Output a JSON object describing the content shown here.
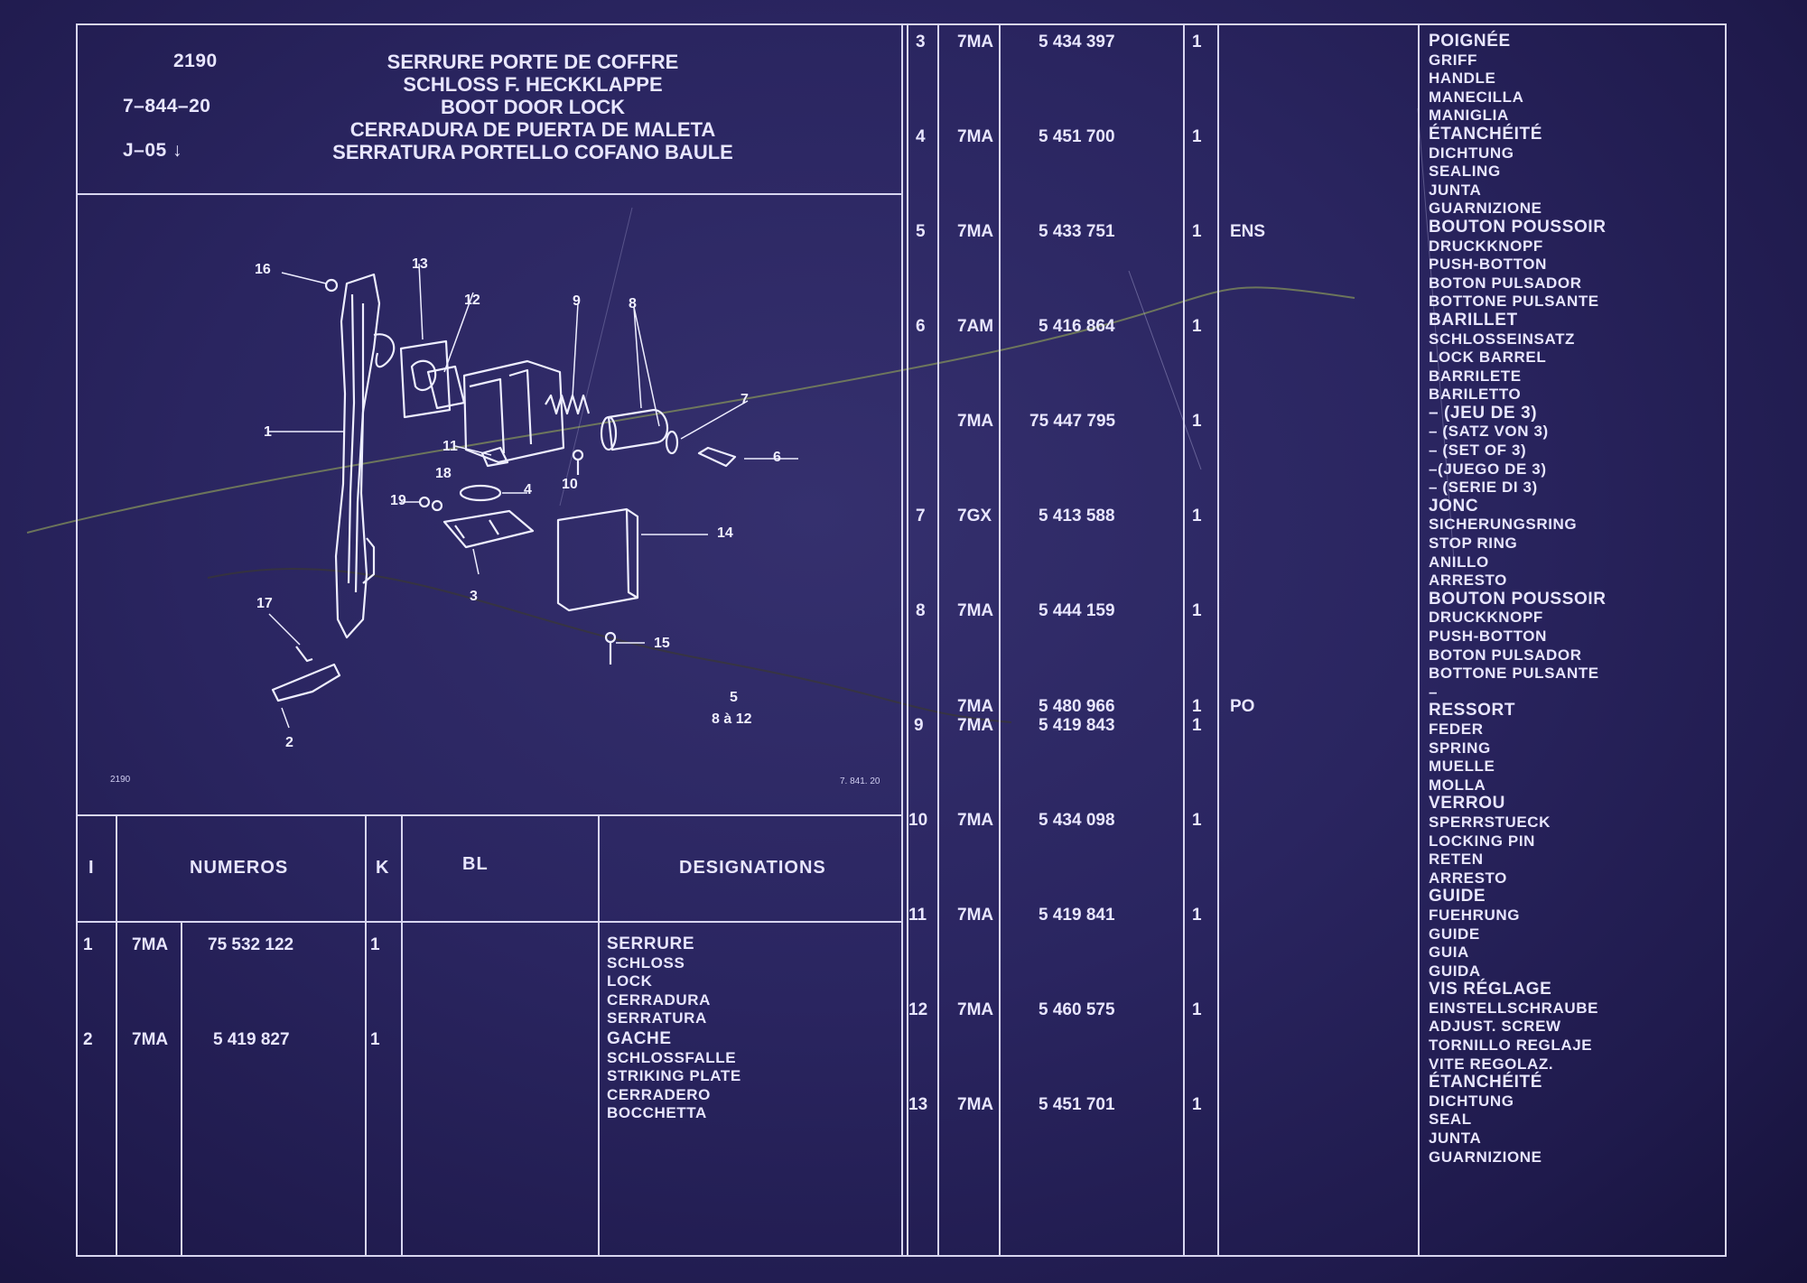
{
  "header": {
    "code": "2190",
    "ref": "7–844–20",
    "version": "J–05 ↓",
    "titles": [
      "SERRURE PORTE DE COFFRE",
      "SCHLOSS F. HECKKLAPPE",
      "BOOT DOOR LOCK",
      "CERRADURA DE PUERTA DE MALETA",
      "SERRATURA PORTELLO COFANO BAULE"
    ]
  },
  "diagram": {
    "callouts": {
      "c1": "1",
      "c2": "2",
      "c3": "3",
      "c4": "4",
      "c5": "6",
      "c6": "7",
      "c7": "8",
      "c8": "9",
      "c9": "10",
      "c10": "11",
      "c11": "12",
      "c12": "13",
      "c13": "14",
      "c14": "15",
      "c15": "16",
      "c16": "17",
      "c17": "18",
      "c18": "19"
    },
    "group_top": "5",
    "group_bottom": "8 à 12",
    "footer_left": "2190",
    "footer_right": "7. 841. 20"
  },
  "table_headers": {
    "i": "I",
    "numeros": "NUMEROS",
    "k": "K",
    "bl": "BL",
    "designations": "DESIGNATIONS"
  },
  "left_rows": [
    {
      "i": "1",
      "code": "7MA",
      "num": "75 532 122",
      "k": "1",
      "bl": "",
      "desc": [
        "SERRURE",
        "SCHLOSS",
        "LOCK",
        "CERRADURA",
        "SERRATURA"
      ]
    },
    {
      "i": "2",
      "code": "7MA",
      "num": "5 419 827",
      "k": "1",
      "bl": "",
      "desc": [
        "GACHE",
        "SCHLOSSFALLE",
        "STRIKING PLATE",
        "CERRADERO",
        "BOCCHETTA"
      ]
    }
  ],
  "right_rows": [
    {
      "i": "3",
      "code": "7MA",
      "num": "5 434 397",
      "k": "1",
      "bl": ""
    },
    {
      "i": "4",
      "code": "7MA",
      "num": "5 451 700",
      "k": "1",
      "bl": ""
    },
    {
      "i": "5",
      "code": "7MA",
      "num": "5 433 751",
      "k": "1",
      "bl": "ENS"
    },
    {
      "i": "6",
      "code": "7AM",
      "num": "5 416 864",
      "k": "1",
      "bl": ""
    },
    {
      "i": "",
      "code": "7MA",
      "num": "75 447 795",
      "k": "1",
      "bl": ""
    },
    {
      "i": "7",
      "code": "7GX",
      "num": "5 413 588",
      "k": "1",
      "bl": ""
    },
    {
      "i": "8",
      "code": "7MA",
      "num": "5 444 159",
      "k": "1",
      "bl": ""
    },
    {
      "i": "",
      "code": "7MA",
      "num": "5 480 966",
      "k": "1",
      "bl": "PO"
    },
    {
      "i": "9",
      "code": "7MA",
      "num": "5 419 843",
      "k": "1",
      "bl": ""
    },
    {
      "i": "10",
      "code": "7MA",
      "num": "5 434 098",
      "k": "1",
      "bl": ""
    },
    {
      "i": "11",
      "code": "7MA",
      "num": "5 419 841",
      "k": "1",
      "bl": ""
    },
    {
      "i": "12",
      "code": "7MA",
      "num": "5 460 575",
      "k": "1",
      "bl": ""
    },
    {
      "i": "13",
      "code": "7MA",
      "num": "5 451 701",
      "k": "1",
      "bl": ""
    }
  ],
  "right_designations": [
    [
      "POIGNÉE",
      "GRIFF",
      "HANDLE",
      "MANECILLA",
      "MANIGLIA"
    ],
    [
      "ÉTANCHÉITÉ",
      "DICHTUNG",
      "SEALING",
      "JUNTA",
      "GUARNIZIONE"
    ],
    [
      "BOUTON POUSSOIR",
      "DRUCKKNOPF",
      "PUSH-BOTTON",
      "BOTON PULSADOR",
      "BOTTONE PULSANTE"
    ],
    [
      "BARILLET",
      "SCHLOSSEINSATZ",
      "LOCK BARREL",
      "BARRILETE",
      "BARILETTO"
    ],
    [
      "– (JEU DE 3)",
      "– (SATZ VON 3)",
      "– (SET OF 3)",
      "–(JUEGO DE 3)",
      "– (SERIE DI 3)"
    ],
    [
      "JONC",
      "SICHERUNGSRING",
      "STOP RING",
      "ANILLO",
      "ARRESTO"
    ],
    [
      "BOUTON POUSSOIR",
      "DRUCKKNOPF",
      "PUSH-BOTTON",
      "BOTON PULSADOR",
      "BOTTONE PULSANTE"
    ],
    [
      "–"
    ],
    [
      "RESSORT",
      "FEDER",
      "SPRING",
      "MUELLE",
      "MOLLA"
    ],
    [
      "VERROU",
      "SPERRSTUECK",
      "LOCKING PIN",
      "RETEN",
      "ARRESTO"
    ],
    [
      "GUIDE",
      "FUEHRUNG",
      "GUIDE",
      "GUIA",
      "GUIDA"
    ],
    [
      "VIS RÉGLAGE",
      "EINSTELLSCHRAUBE",
      "ADJUST. SCREW",
      "TORNILLO REGLAJE",
      "VITE REGOLAZ."
    ],
    [
      "ÉTANCHÉITÉ",
      "DICHTUNG",
      "SEAL",
      "JUNTA",
      "GUARNIZIONE"
    ]
  ],
  "colors": {
    "background": "#2a2560",
    "lines": "#d8d6f0"
  }
}
